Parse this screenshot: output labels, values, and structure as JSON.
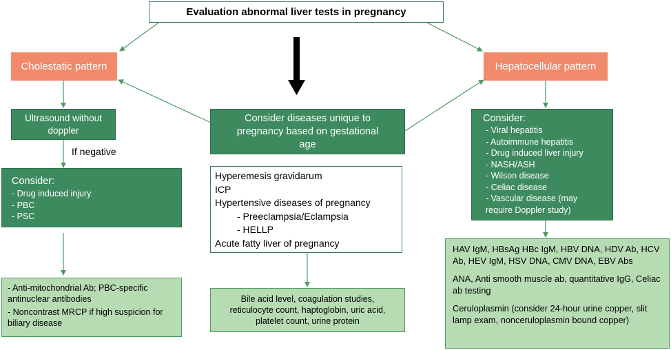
{
  "title": "Evaluation abnormal liver tests in pregnancy",
  "cholestatic": {
    "label": "Cholestatic pattern",
    "ultrasound": "Ultrasound without doppler",
    "if_negative": "If negative",
    "consider_heading": "Consider:",
    "consider_items": [
      "- Drug induced injury",
      "- PBC",
      "- PSC"
    ],
    "tests": [
      "- Anti-mitochondrial Ab; PBC-specific antinuclear antibodies",
      "- Noncontrast MRCP if high suspicion for biliary disease"
    ]
  },
  "center": {
    "consider": "Consider diseases unique to pregnancy based on gestational age",
    "diseases": [
      "Hyperemesis gravidarum",
      "ICP",
      "Hypertensive diseases of pregnancy",
      "- Preeclampsia/Eclampsia",
      "- HELLP",
      "Acute fatty liver of pregnancy"
    ],
    "tests": "Bile acid level, coagulation studies, reticulocyte count, haptoglobin, uric acid, platelet count, urine protein"
  },
  "hepatocellular": {
    "label": "Hepatocellular pattern",
    "consider_heading": "Consider:",
    "consider_items": [
      "- Viral hepatitis",
      "- Autoimmune hepatitis",
      "- Drug induced liver injury",
      "- NASH/ASH",
      "- Wilson disease",
      "- Celiac disease",
      "- Vascular disease (may require Doppler study)"
    ],
    "tests": [
      "HAV IgM, HBsAg HBc IgM, HBV DNA, HDV Ab, HCV Ab, HEV IgM, HSV DNA, CMV DNA, EBV Abs",
      "ANA, Anti smooth muscle ab, quantitative IgG, Celiac ab testing",
      "Ceruloplasmin (consider 24-hour urine copper, slit lamp exam, nonceruloplasmin bound copper)"
    ]
  },
  "colors": {
    "orange": "#f08a6b",
    "dark_green": "#3d8a5e",
    "light_green": "#b7dcb4",
    "line_green": "#4f9a63"
  }
}
